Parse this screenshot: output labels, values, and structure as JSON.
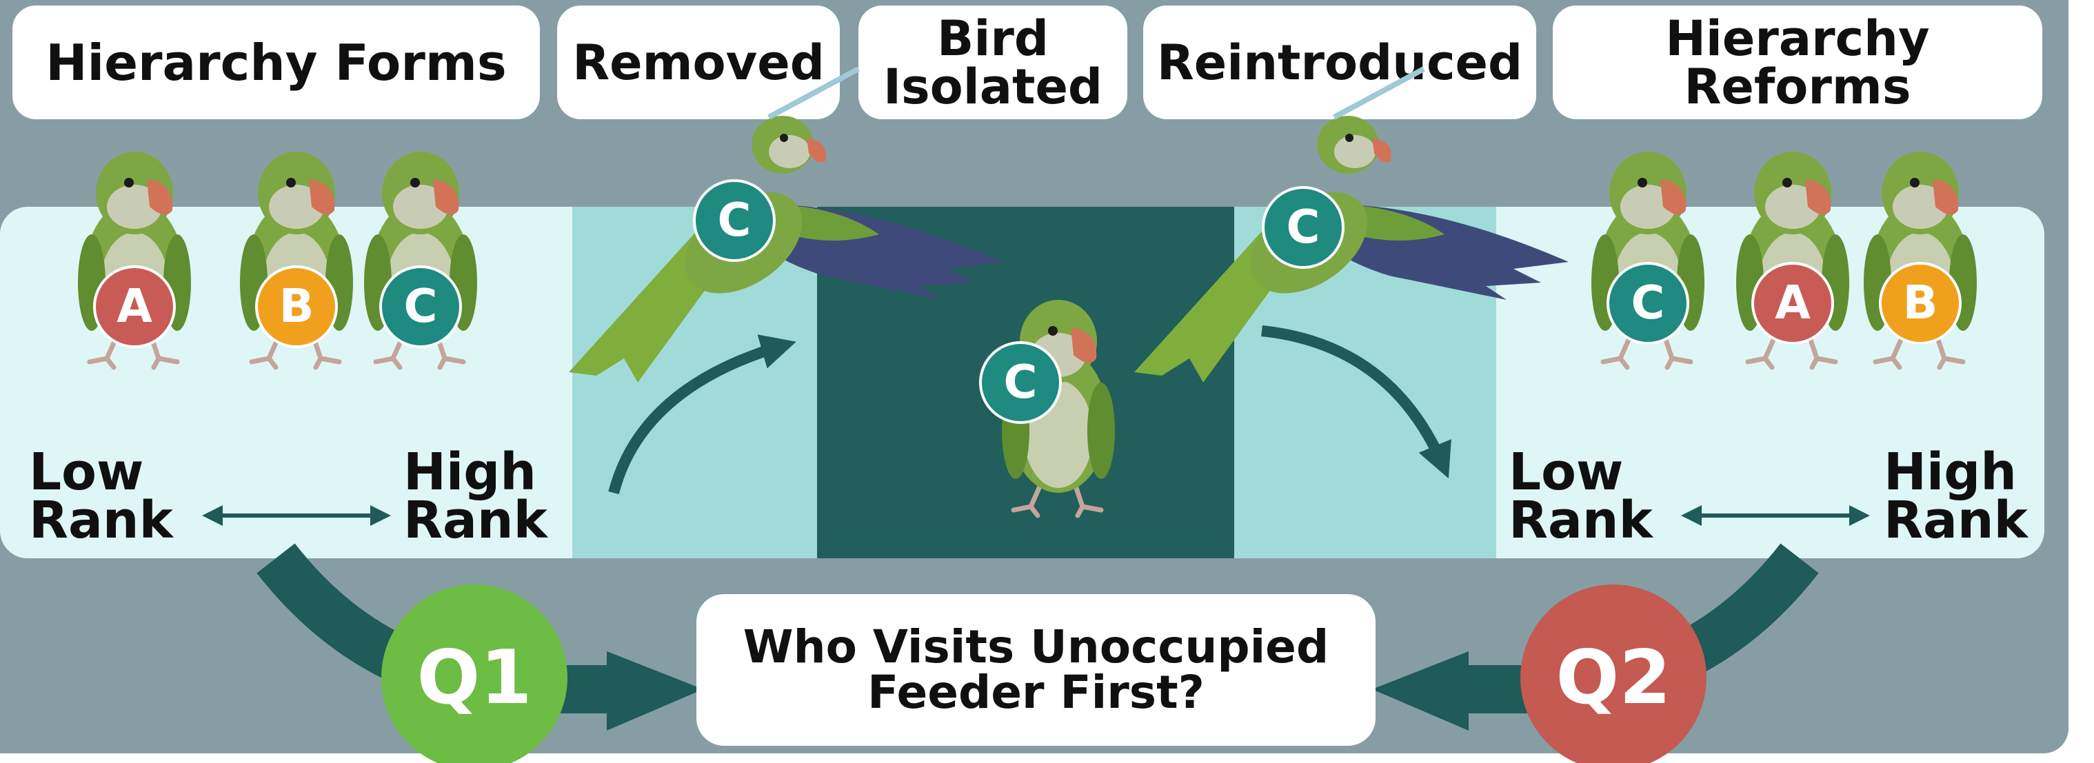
{
  "stages": [
    {
      "label": "Hierarchy Forms"
    },
    {
      "label": "Removed"
    },
    {
      "label": "Bird\nIsolated"
    },
    {
      "label": "Reintroduced"
    },
    {
      "label": "Hierarchy\nReforms"
    }
  ],
  "ranks": {
    "low": "Low\nRank",
    "high": "High\nRank"
  },
  "birds": {
    "formed_order": [
      "A",
      "B",
      "C"
    ],
    "reformed_order": [
      "C",
      "A",
      "B"
    ],
    "removed": "C",
    "isolated": "C",
    "reintroduced": "C"
  },
  "badge_colors": {
    "A": "#c95b57",
    "B": "#f1a01e",
    "C": "#1e8a80"
  },
  "questions": {
    "q1": "Q1",
    "q2": "Q2",
    "prompt": "Who Visits Unoccupied\nFeeder First?"
  },
  "colors": {
    "background": "#869ea3",
    "panel_light": "#dff6f6",
    "panel_mid": "#a1dbd9",
    "panel_dark": "#215e5c",
    "arrow": "#1f5b58",
    "q1": "#6dbc43",
    "q2": "#c45a52"
  }
}
